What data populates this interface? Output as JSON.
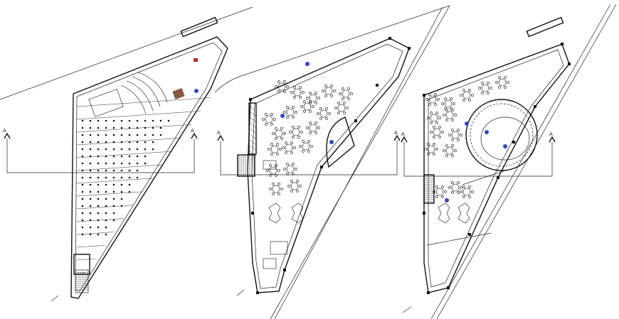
{
  "drawing": {
    "plans": [
      {
        "id": "plan-1",
        "section_mark_left": "A",
        "section_mark_right": "A"
      },
      {
        "id": "plan-2",
        "section_mark_left": "A",
        "section_mark_right": "A"
      },
      {
        "id": "plan-3",
        "section_mark_left": "A",
        "section_mark_right": "A"
      }
    ]
  },
  "colors": {
    "line": "#111111",
    "background": "#ffffff",
    "accent_blue": "#3344cc",
    "accent_brown": "#8b5a3c",
    "accent_red": "#cc2222"
  }
}
